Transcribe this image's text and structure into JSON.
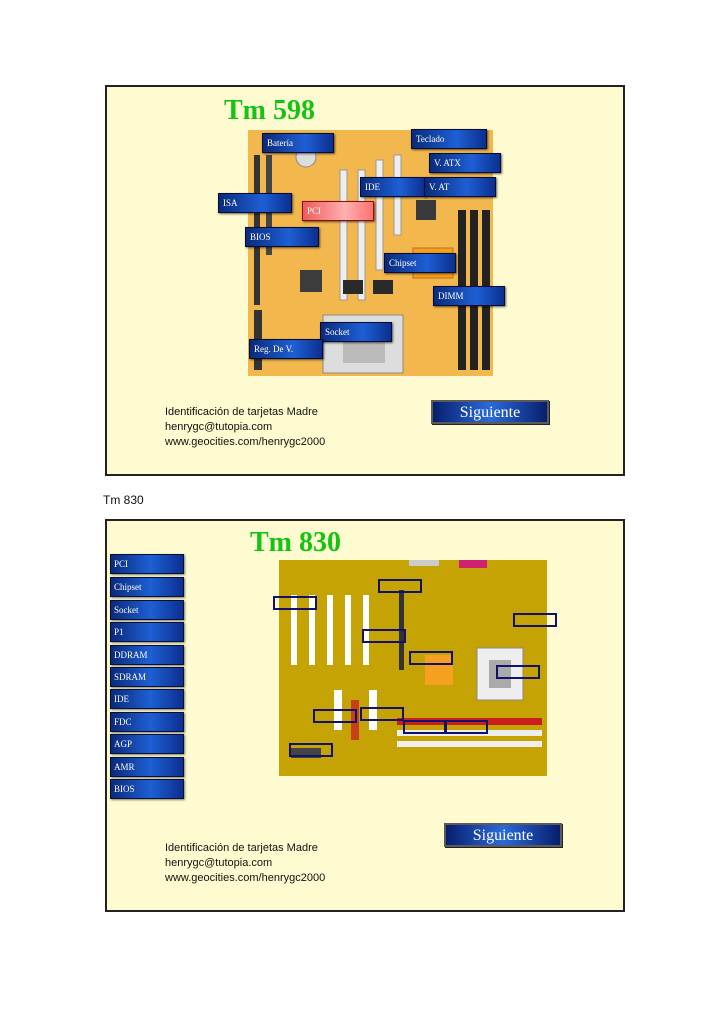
{
  "caption_between": "Tm 830",
  "slide1": {
    "title": "Tm 598",
    "labels": [
      "Batería",
      "Teclado",
      "V. ATX",
      "IDE",
      "V. AT",
      "ISA",
      "PCI",
      "BIOS",
      "Chipset",
      "DIMM",
      "Socket",
      "Reg. De V."
    ],
    "info": [
      "Identificación de tarjetas Madre",
      "henrygc@tutopia.com",
      "www.geocities.com/henrygc2000"
    ],
    "next_label": "Siguiente"
  },
  "slide2": {
    "title": "Tm 830",
    "sidebar": [
      "PCI",
      "Chipset",
      "Socket",
      "P1",
      "DDRAM",
      "SDRAM",
      "IDE",
      "FDC",
      "AGP",
      "AMR",
      "BIOS"
    ],
    "info": [
      "Identificación de tarjetas Madre",
      "henrygc@tutopia.com",
      "www.geocities.com/henrygc2000"
    ],
    "next_label": "Siguiente"
  }
}
